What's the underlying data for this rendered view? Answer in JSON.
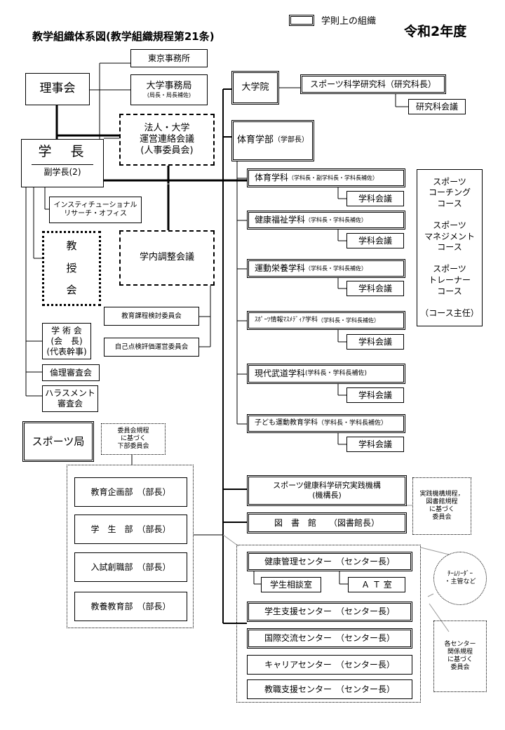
{
  "header": {
    "title": "教学組織体系図(教学組織規程第21条)",
    "year": "令和2年度",
    "legend_label": "学則上の組織"
  },
  "left": {
    "tokyo_office": "東京事務所",
    "univ_office": "大学事務局",
    "univ_office_sub": "(局長・局長補佐)",
    "board": "理事会",
    "liaison_council": "法人・大学\n運営連絡会議\n(人事委員会)",
    "president": "学　長",
    "vice_president": "副学長(2)",
    "ir_office": "インスティチューショナル\nリサーチ・オフィス",
    "faculty_meeting": "教\n\n授\n\n会",
    "coordination_council": "学内調整会議",
    "curriculum_committee": "教育課程検討委員会",
    "self_eval_committee": "自己点検評価運営委員会",
    "academic_society": "学 術 会\n(会　長)\n(代表幹事)",
    "ethics_review": "倫理審査会",
    "harassment_review": "ハラスメント\n審査会",
    "sports_bureau": "スポーツ局",
    "sub_committee_note": "委員会規程\nに基づく\n下部委員会",
    "departments": [
      "教育企画部　（部長）",
      "学　生　部　（部長）",
      "入試創職部　（部長）",
      "教養教育部　（部長）"
    ]
  },
  "right": {
    "graduate_school": "大学院",
    "sports_science_grad": "スポーツ科学研究科（研究科長）",
    "grad_council": "研究科会議",
    "faculty_pe": "体育学部",
    "faculty_pe_sub": "（学部長）",
    "dept_council": "学科会議",
    "departments": [
      {
        "name": "体育学科",
        "sub": "（学科長・副学科長・学科長補佐）"
      },
      {
        "name": "健康福祉学科",
        "sub": "（学科長・学科長補佐）"
      },
      {
        "name": "運動栄養学科",
        "sub": "（学科長・学科長補佐）"
      },
      {
        "name": "ｽﾎﾟｰﾂ情報ﾏｽﾒﾃﾞｨｱ学科",
        "sub": "（学科長・学科長補佐）"
      },
      {
        "name": "現代武道学科",
        "sub": "(学科長・学科長補佐)"
      },
      {
        "name": "子ども運動教育学科",
        "sub": "（学科長・学科長補佐）"
      }
    ],
    "courses": "スポーツ\nコーチング\nコース\n\nスポーツ\nマネジメント\nコース\n\nスポーツ\nトレーナー\nコース\n\n（コース主任）",
    "research_org": "スポーツ健康科学研究実践機構\n(機構長)",
    "library": "図　書　館　　（図書館長）",
    "org_rules_note": "実践機構規程，\n図書館規程\nに基づく\n委員会",
    "centers": [
      "健康管理センター　（センター長）",
      "学生支援センター　（センター長）",
      "国際交流センター　（センター長）",
      "キャリアセンター　（センター長）",
      "教職支援センター　（センター長）"
    ],
    "counseling_room": "学生相談室",
    "at_room": "Ａ Ｔ 室",
    "team_leader": "ﾁｰﾑﾘｰﾀﾞｰ\n・主管など",
    "center_rules_note": "各センター\n関係規程\nに基づく\n委員会"
  }
}
